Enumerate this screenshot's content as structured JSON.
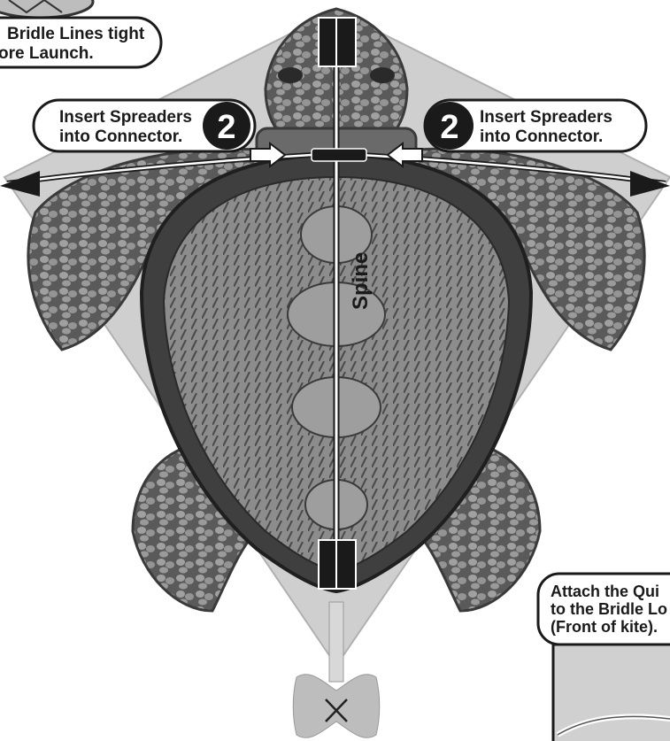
{
  "callouts": {
    "bridle_tight": {
      "line1": "Bridle Lines tight",
      "line2": "ore Launch."
    },
    "spreader_left": {
      "line1": "Insert Spreaders",
      "line2": "into Connector.",
      "step": "2"
    },
    "spreader_right": {
      "line1": "Insert Spreaders",
      "line2": "into Connector.",
      "step": "2"
    },
    "attach_quick": {
      "line1": "Attach the Qui",
      "line2": "to the  Bridle Lo",
      "line3": "(Front of kite)."
    }
  },
  "labels": {
    "spine": "Spine"
  },
  "colors": {
    "sail": "#c8c8c8",
    "shell": "#8a8a8a",
    "skin": "#6e6e6e",
    "dark": "#1a1a1a"
  }
}
